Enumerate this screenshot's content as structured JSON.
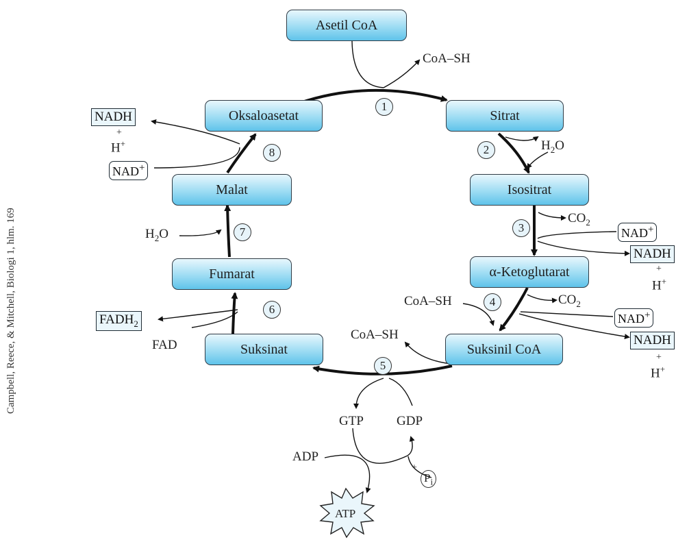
{
  "steps": {
    "acetyl": "Asetil CoA",
    "oxaloacetate": "Oksaloasetat",
    "citrate": "Sitrat",
    "isocitrate": "Isositrat",
    "ketoglutarate": "α-Ketoglutarat",
    "succinylcoa": "Suksinil CoA",
    "succinate": "Suksinat",
    "fumarate": "Fumarat",
    "malate": "Malat"
  },
  "numbers": [
    "1",
    "2",
    "3",
    "4",
    "5",
    "6",
    "7",
    "8"
  ],
  "side": {
    "coash": "CoA–SH",
    "h2o": "H",
    "o": "O",
    "co": "CO",
    "sub2": "2",
    "nad": "NAD",
    "nadh": "NADH",
    "h": "H",
    "plus_sign": "+",
    "fadh": "FADH",
    "fad": "FAD",
    "gtp": "GTP",
    "gdp": "GDP",
    "adp": "ADP",
    "atp": "ATP",
    "pi": "P",
    "pi_sub": "i",
    "sup_plus": "+"
  },
  "credit": "Campbell, Reece, & Mitchell, Biologi 1, hlm. 169",
  "colors": {
    "box_fill": "#5fc3ea",
    "arrow": "#111111",
    "boxed_fill": "#eaf6fb"
  }
}
